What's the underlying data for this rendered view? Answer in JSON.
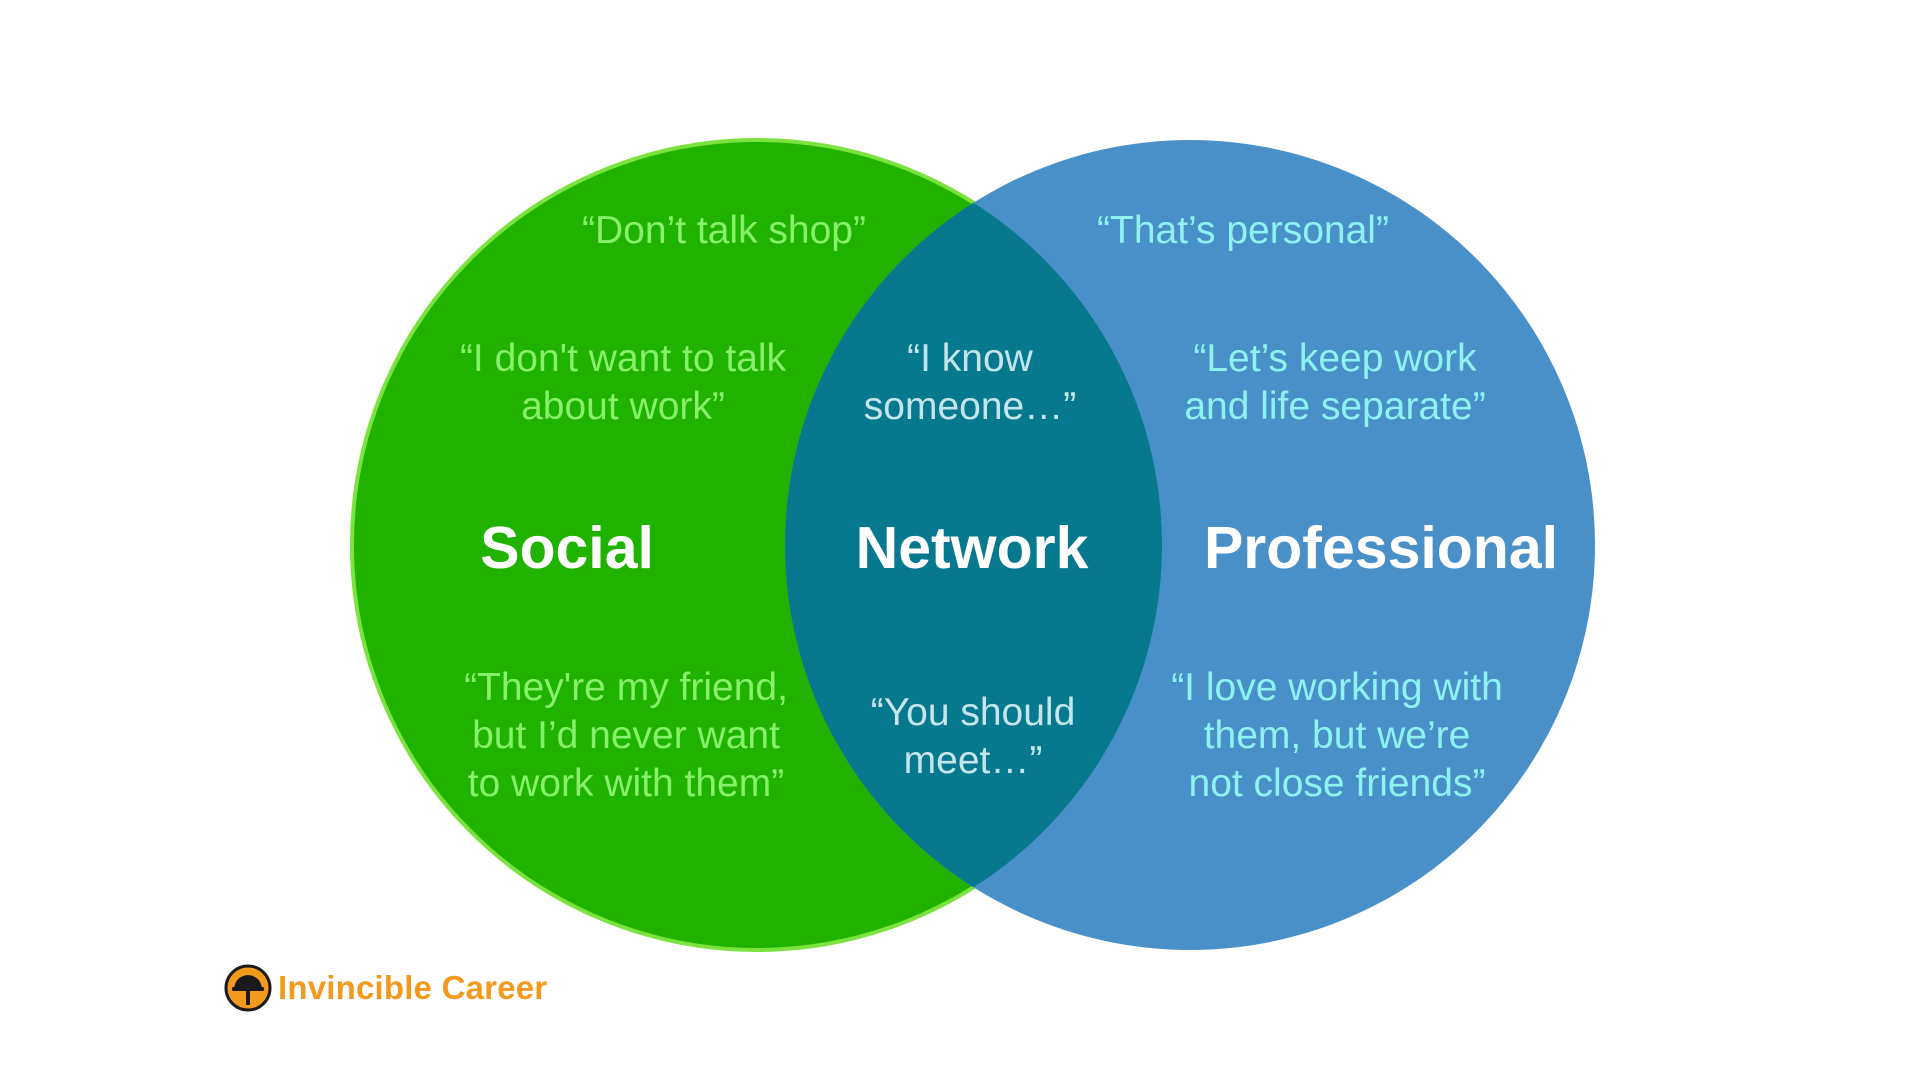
{
  "colors": {
    "social_circle": "#1fb300",
    "social_outline": "#7be33f",
    "professional_circle": "#4a90c8",
    "overlap": "#06798f",
    "quote_green": "#88f06a",
    "quote_cyan": "#8ef2f2",
    "quote_overlap": "#c5e5ec",
    "title": "#ffffff",
    "brand": "#f39a1e"
  },
  "diagram": {
    "social": {
      "title": "Social",
      "quotes": [
        "“Don’t talk shop”",
        "“I don't want to talk\nabout work”",
        "“They're my friend,\nbut I’d never want\nto work with them”"
      ]
    },
    "network": {
      "title": "Network",
      "quotes": [
        "“I know\nsomeone…”",
        "“You should\nmeet…”"
      ]
    },
    "professional": {
      "title": "Professional",
      "quotes": [
        "“That’s personal”",
        "“Let’s keep work\nand life separate”",
        "“I love working with\nthem, but we’re\nnot close friends”"
      ]
    }
  },
  "brand": {
    "name": "Invincible Career",
    "icon": "hardhat-logo-icon"
  }
}
